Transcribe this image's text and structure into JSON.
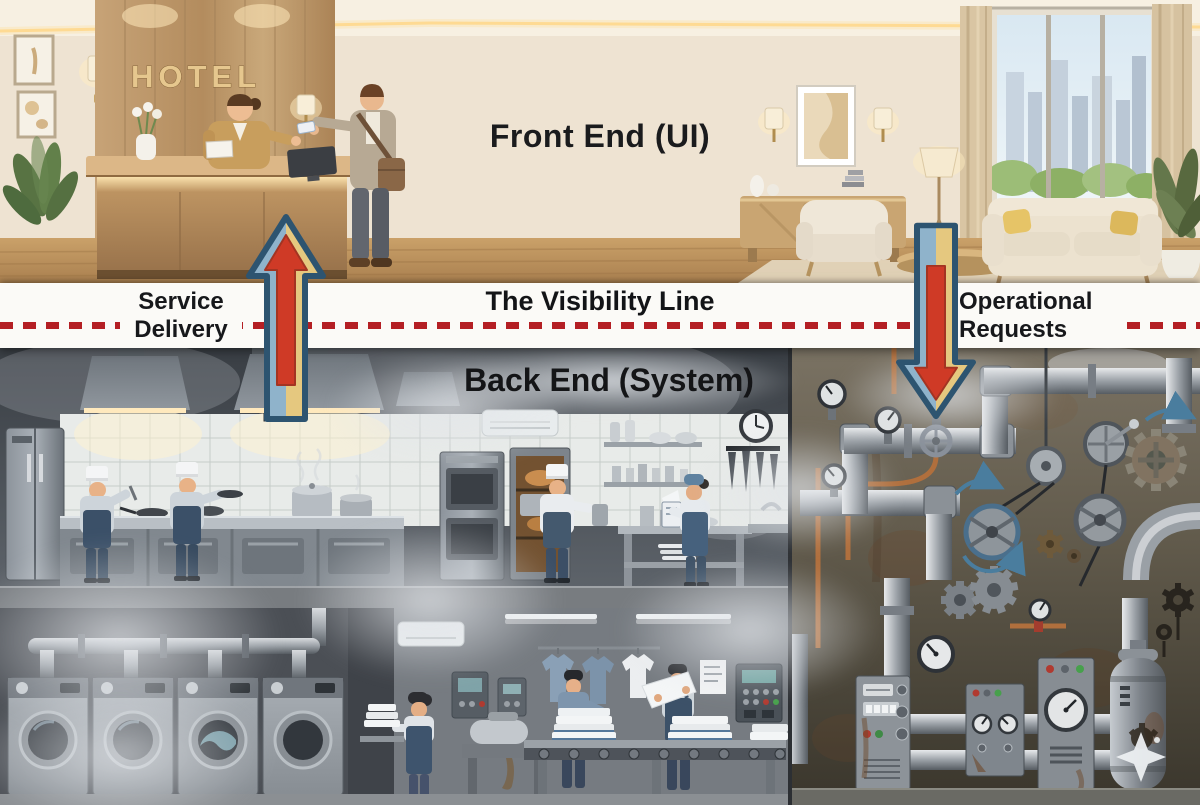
{
  "front_end": {
    "label": "Front End (UI)"
  },
  "back_end": {
    "label": "Back End (System)"
  },
  "hotel": {
    "sign": "HOTEL"
  },
  "visibility_band": {
    "title": "The Visibility Line",
    "left_label": "Service Delivery",
    "right_label": "Operational Requests"
  },
  "arrows": {
    "up": {
      "meaning": "Service Delivery",
      "direction": "up"
    },
    "down": {
      "meaning": "Operational Requests",
      "direction": "down"
    }
  },
  "colors": {
    "dash_red": "#b41f24",
    "band_bg": "#fbfaf7",
    "title_text": "#1a1b1d",
    "arrow_outline": "#2d5470",
    "arrow_blue": "#8fb3cb",
    "arrow_tan": "#e5c87f",
    "arrow_red": "#cf3a26",
    "lobby_wall": "#efe5d4",
    "backend_wall": "#454a51"
  }
}
